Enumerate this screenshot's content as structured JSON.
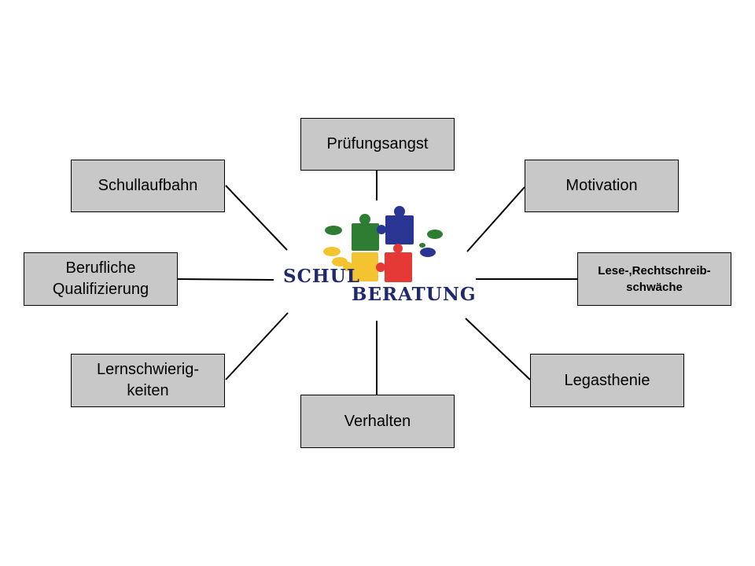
{
  "logo": {
    "line1": "SCHUL",
    "line2": "BERATUNG",
    "colors": {
      "text": "#1f2a6e",
      "green": "#2e7d32",
      "blue": "#283593",
      "yellow": "#f4c430",
      "red": "#e53935"
    }
  },
  "topics": {
    "pruefungsangst": "Prüfungsangst",
    "schullaufbahn": "Schullaufbahn",
    "motivation": "Motivation",
    "berufliche": "Berufliche\nQualifizierung",
    "lese": "Lese-,Rechtschreib-\nschwäche",
    "lernschwierigkeiten": "Lernschwierig-\nkeiten",
    "legasthenie": "Legasthenie",
    "verhalten": "Verhalten"
  },
  "colors": {
    "box_fill": "#c8c8c8",
    "box_border": "#000000",
    "line": "#000000"
  }
}
